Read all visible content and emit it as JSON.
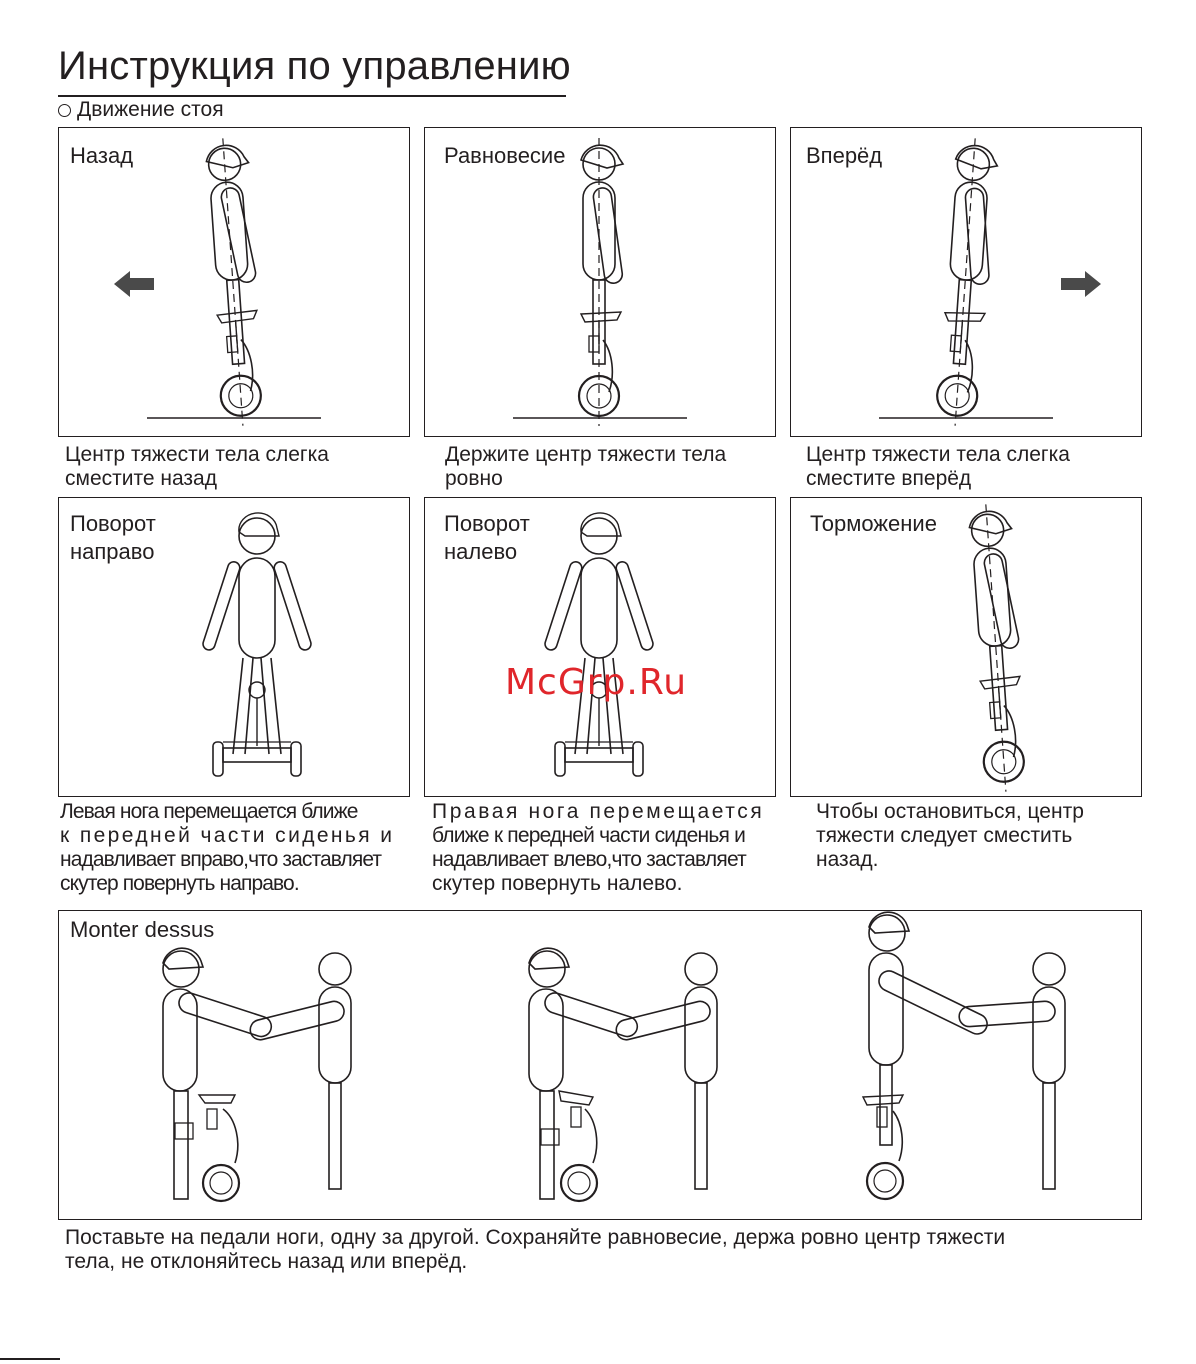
{
  "title": "Инструкция по управлению",
  "subtitle": "Движение стоя",
  "panels_top": [
    {
      "label": "Назад",
      "caption_line1": "Центр тяжести тела слегка",
      "caption_line2": "сместите назад"
    },
    {
      "label": "Равновесие",
      "caption_line1": "Держите центр тяжести тела",
      "caption_line2": "ровно"
    },
    {
      "label": "Вперёд",
      "caption_line1": "Центр тяжести тела слегка",
      "caption_line2": "сместите вперёд"
    }
  ],
  "panels_mid": [
    {
      "label_line1": "Поворот",
      "label_line2": "направо",
      "caption": [
        "Левая нога перемещается ближе",
        "к передней части сиденья и",
        "надавливает вправо,что заставляет",
        "скутер повернуть направо."
      ]
    },
    {
      "label_line1": "Поворот",
      "label_line2": "налево",
      "caption": [
        "Правая нога перемещается",
        "ближе к передней части сиденья и",
        "надавливает влево,что заставляет",
        "скутер повернуть налево."
      ]
    },
    {
      "label_line1": "Торможение",
      "caption": [
        "Чтобы остановиться, центр",
        "тяжести следует сместить",
        "назад."
      ]
    }
  ],
  "mount": {
    "label": "Monter dessus",
    "caption_line1": "Поставьте на педали ноги, одну за другой. Сохраняйте равновесие, держа ровно центр тяжести",
    "caption_line2": "тела, не отклоняйтесь назад или вперёд."
  },
  "watermark": "McGrp.Ru",
  "icons": [
    "arrow-left-icon",
    "arrow-right-icon",
    "rider-figure-icon"
  ]
}
